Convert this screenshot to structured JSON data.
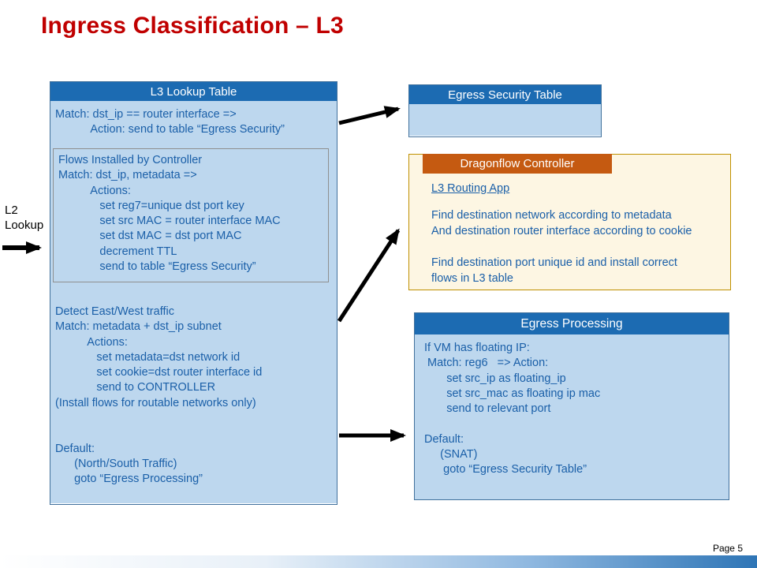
{
  "slide": {
    "title": "Ingress Classification – L3",
    "page_label": "Page 5"
  },
  "l2_lookup": {
    "label": "L2\nLookup"
  },
  "l3_lookup": {
    "header": "L3 Lookup Table",
    "match_block": "Match: dst_ip == router interface =>\n           Action: send to table “Egress Security”",
    "flows_block": "Flows Installed by Controller\nMatch: dst_ip, metadata =>\n          Actions:\n             set reg7=unique dst port key\n             set src MAC = router interface MAC\n             set dst MAC = dst port MAC\n             decrement TTL\n             send to table “Egress Security”",
    "east_west_block": "Detect East/West traffic\nMatch: metadata + dst_ip subnet\n          Actions:\n             set metadata=dst network id\n             set cookie=dst router interface id\n             send to CONTROLLER\n(Install flows for routable networks only)\n\n\nDefault:\n      (North/South Traffic)\n      goto “Egress Processing”"
  },
  "egress_security": {
    "header": "Egress Security Table"
  },
  "dragonflow": {
    "header": "Dragonflow Controller",
    "app_title": "L3 Routing App",
    "body": "Find destination network according to metadata\nAnd destination router interface according to cookie\n\nFind destination port unique id and install correct\nflows in L3 table"
  },
  "egress_processing": {
    "header": "Egress Processing",
    "body": "If VM has floating IP:\n Match: reg6   => Action:\n       set src_ip as floating_ip\n       set src_mac as floating ip mac\n       send to relevant port\n\nDefault:\n     (SNAT)\n      goto “Egress Security Table”"
  },
  "colors": {
    "title_red": "#C00000",
    "header_blue": "#1C6BB2",
    "body_blue_bg": "#BDD7EE",
    "text_blue": "#1A5FA8",
    "orange_header": "#C55A11",
    "cream_bg": "#FDF6E3",
    "arrow_black": "#000000"
  }
}
